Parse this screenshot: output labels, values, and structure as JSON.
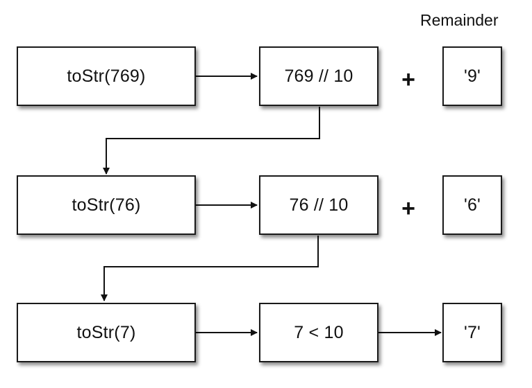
{
  "remainder_header": "Remainder",
  "rows": [
    {
      "call": "toStr(769)",
      "operation": "769 // 10",
      "joiner": "+",
      "remainder": "'9'"
    },
    {
      "call": "toStr(76)",
      "operation": "76 // 10",
      "joiner": "+",
      "remainder": "'6'"
    },
    {
      "call": "toStr(7)",
      "operation": "7 < 10",
      "joiner": "",
      "remainder": "'7'"
    }
  ]
}
